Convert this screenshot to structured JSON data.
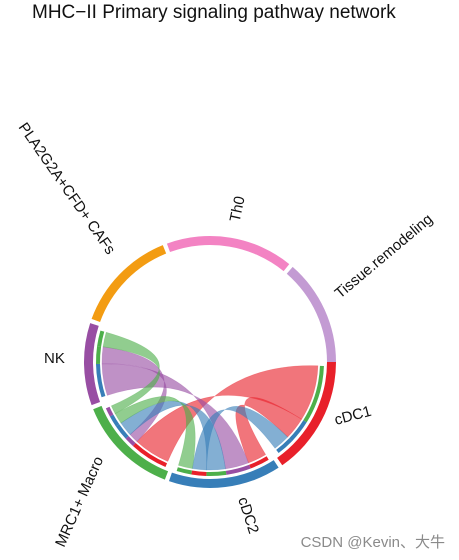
{
  "title": "MHC−II Primary signaling pathway network",
  "watermark": "CSDN @Kevin、大牛",
  "colors": {
    "Th0": "#f383c3",
    "Tissue.remodeling": "#c39bd3",
    "cDC1": "#e8202a",
    "cDC2": "#377eb8",
    "MRC1+ Macro": "#4daf4a",
    "NK": "#984ea3",
    "PLA2G2A+CFD+ CAFs": "#f39c12"
  },
  "groups": [
    {
      "name": "Th0",
      "label": "Th0"
    },
    {
      "name": "Tissue.remodeling",
      "label": "Tissue.remodeling"
    },
    {
      "name": "cDC1",
      "label": "cDC1"
    },
    {
      "name": "cDC2",
      "label": "cDC2"
    },
    {
      "name": "MRC1+ Macro",
      "label": "MRC1+ Macro"
    },
    {
      "name": "NK",
      "label": "NK"
    },
    {
      "name": "PLA2G2A+CFD+ CAFs",
      "label": "PLA2G2A+CFD+ CAFs"
    }
  ],
  "links": [
    {
      "source": "cDC1",
      "target": "MRC1+ Macro",
      "weight": 3.0
    },
    {
      "source": "cDC1",
      "target": "cDC2",
      "weight": 1.2
    },
    {
      "source": "NK",
      "target": "cDC2",
      "weight": 1.5
    },
    {
      "source": "NK",
      "target": "MRC1+ Macro",
      "weight": 0.8
    },
    {
      "source": "cDC2",
      "target": "MRC1+ Macro",
      "weight": 1.2
    },
    {
      "source": "cDC2",
      "target": "cDC1",
      "weight": 0.9
    },
    {
      "source": "MRC1+ Macro",
      "target": "cDC2",
      "weight": 0.9
    },
    {
      "source": "MRC1+ Macro",
      "target": "NK",
      "weight": 0.7
    }
  ]
}
